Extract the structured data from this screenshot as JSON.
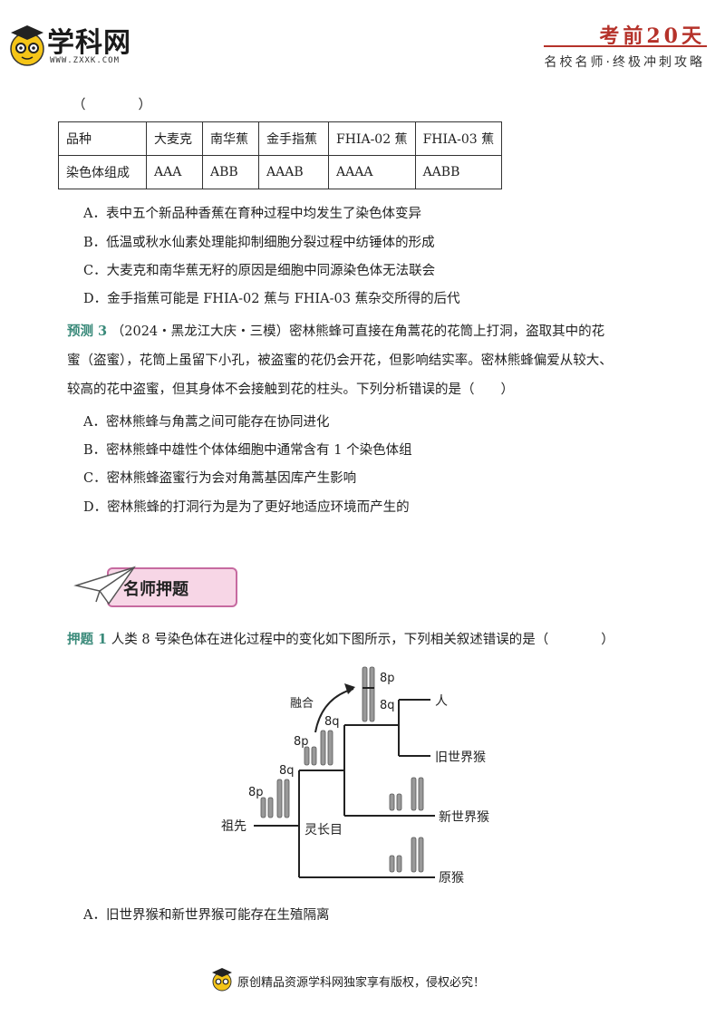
{
  "header": {
    "logo_text": "学科网",
    "logo_url": "WWW.ZXXK.COM",
    "title": "考前20天",
    "subtitle": "名校名师·终极冲刺攻略"
  },
  "question_prev": {
    "bracket": "（　　　　）",
    "table": {
      "rows": [
        [
          "品种",
          "大麦克",
          "南华蕉",
          "金手指蕉",
          "FHIA-02 蕉",
          "FHIA-03 蕉"
        ],
        [
          "染色体组成",
          "AAA",
          "ABB",
          "AAAB",
          "AAAA",
          "AABB"
        ]
      ]
    },
    "options": [
      "A．表中五个新品种香蕉在育种过程中均发生了染色体变异",
      "B．低温或秋水仙素处理能抑制细胞分裂过程中纺锤体的形成",
      "C．大麦克和南华蕉无籽的原因是细胞中同源染色体无法联会",
      "D．金手指蕉可能是 FHIA-02 蕉与 FHIA-03 蕉杂交所得的后代"
    ]
  },
  "question_3": {
    "label": "预测 3",
    "lines": [
      "（2024・黑龙江大庆・三模）密林熊蜂可直接在角蒿花的花筒上打洞，盗取其中的花",
      "蜜（盗蜜），花筒上虽留下小孔，被盗蜜的花仍会开花，但影响结实率。密林熊蜂偏爱从较大、",
      "较高的花中盗蜜，但其身体不会接触到花的柱头。下列分析错误的是（　　）"
    ],
    "options": [
      "A．密林熊蜂与角蒿之间可能存在协同进化",
      "B．密林熊蜂中雄性个体体细胞中通常含有 1 个染色体组",
      "C．密林熊蜂盗蜜行为会对角蒿基因库产生影响",
      "D．密林熊蜂的打洞行为是为了更好地适应环境而产生的"
    ]
  },
  "section_banner": "名师押题",
  "question_ya1": {
    "label": "押题 1",
    "text": "人类 8 号染色体在进化过程中的变化如下图所示，下列相关叙述错误的是（　　　　）",
    "figure": {
      "fusion": "融合",
      "p8": "8p",
      "q8": "8q",
      "ancestor": "祖先",
      "primate": "灵长目",
      "human": "人",
      "old_world": "旧世界猴",
      "new_world": "新世界猴",
      "prosimian": "原猴"
    },
    "options": [
      "A．旧世界猴和新世界猴可能存在生殖隔离"
    ]
  },
  "footer": {
    "text": "原创精品资源学科网独家享有版权，侵权必究！"
  }
}
